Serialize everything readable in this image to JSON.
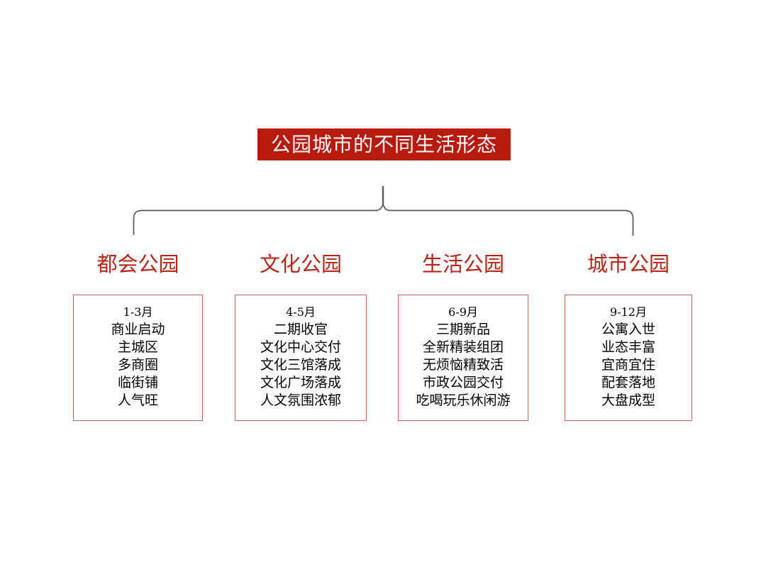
{
  "slide": {
    "background_color": "#FFFFFF",
    "title": {
      "text": "公园城市的不同生活形态",
      "background_color": "#B81A0E",
      "text_color": "#FFFFFF"
    },
    "connector": {
      "type": "curly-brace",
      "color": "#595959"
    },
    "accent_colors": {
      "heading_red": "#B8251A",
      "box_border_red": "#C9605F",
      "banner_red": "#B81A0E"
    },
    "columns": [
      {
        "heading": "都会公园",
        "period": "1-3月",
        "lines": [
          "商业启动",
          "主城区",
          "多商圈",
          "临街铺",
          "人气旺"
        ]
      },
      {
        "heading": "文化公园",
        "period": "4-5月",
        "lines": [
          "二期收官",
          "文化中心交付",
          "文化三馆落成",
          "文化广场落成",
          "人文氛围浓郁"
        ]
      },
      {
        "heading": "生活公园",
        "period": "6-9月",
        "lines": [
          "三期新品",
          "全新精装组团",
          "无烦恼精致活",
          "市政公园交付",
          "吃喝玩乐休闲游"
        ]
      },
      {
        "heading": "城市公园",
        "period": "9-12月",
        "lines": [
          "公寓入世",
          "业态丰富",
          "宜商宜住",
          "配套落地",
          "大盘成型"
        ]
      }
    ]
  }
}
